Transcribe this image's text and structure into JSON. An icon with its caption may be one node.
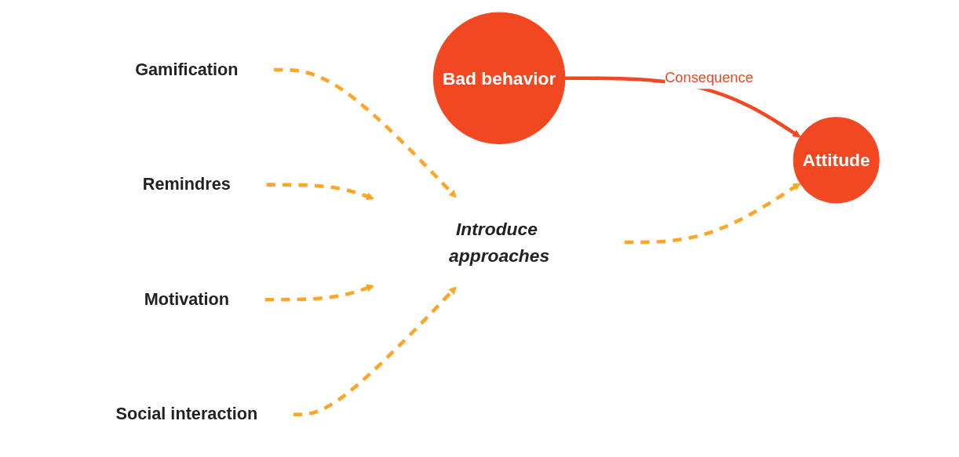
{
  "diagram": {
    "nodes": [
      {
        "text": [
          "Bad behavior"
        ]
      },
      {
        "text": [
          "Attitude"
        ]
      },
      {
        "text": [
          "Introduce approaches"
        ]
      },
      {
        "text": [
          "Gamification"
        ]
      },
      {
        "text": [
          "Remindres"
        ]
      },
      {
        "text": [
          "Motivation"
        ]
      },
      {
        "text": [
          "Social interaction"
        ]
      }
    ],
    "edges": [
      {
        "from": 0,
        "to": 1,
        "arrow": "to",
        "label": "Consequence",
        "color": "#f24822"
      },
      {
        "from": 2,
        "to": 1,
        "arrow": "to",
        "style": "dashed"
      },
      {
        "from": 3,
        "to": 2,
        "arrow": "to",
        "style": "dashed"
      },
      {
        "from": 4,
        "to": 2,
        "arrow": "to",
        "style": "dashed"
      },
      {
        "from": 5,
        "to": 2,
        "arrow": "to",
        "style": "dashed"
      },
      {
        "from": 6,
        "to": 2,
        "arrow": "to",
        "style": "dashed"
      }
    ]
  }
}
